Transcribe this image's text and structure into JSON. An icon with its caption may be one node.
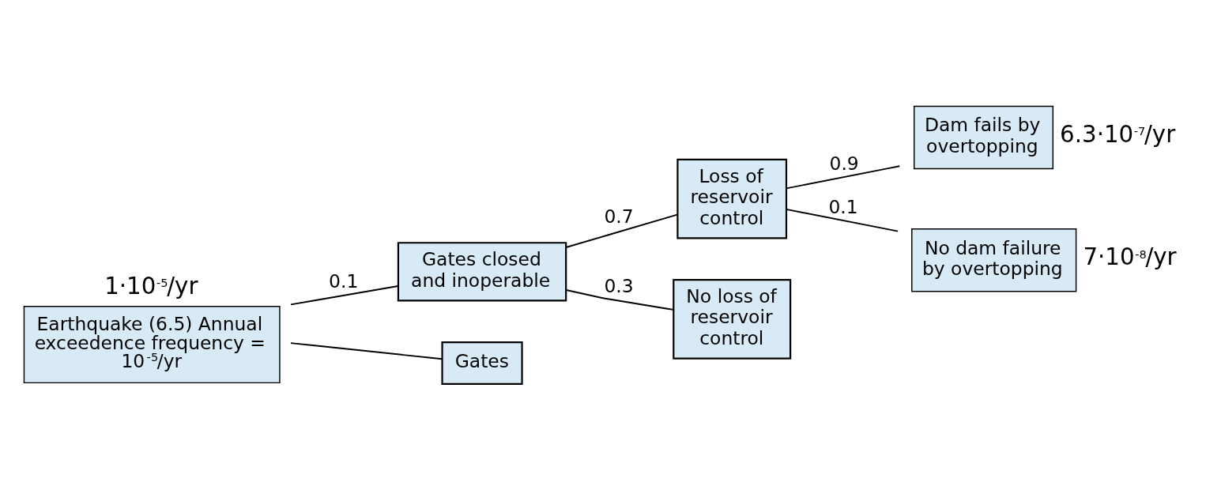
{
  "diagram": {
    "nodes": [
      {
        "text": [
          "Earthquake (6.5) Annual exceedence frequency = 10$^{-5}$/yr"
        ],
        "beside": [
          "1·10$^{-5}$/yr"
        ]
      },
      {
        "text": [
          "Gates closed and inoperable"
        ]
      },
      {
        "text": [
          "Loss of reservoir control"
        ]
      },
      {
        "text": [
          "No loss of reservoir control"
        ]
      },
      {
        "text": [
          "Dam fails by overtopping"
        ],
        "beside": [
          "6.3·10$^{-7}$/yr"
        ]
      },
      {
        "text": [
          "No dam failure by overtopping"
        ],
        "beside": [
          "7·10$^{-8}$/yr"
        ]
      },
      {
        "text": [
          "Gates"
        ]
      }
    ],
    "edges": [
      {
        "from": 0,
        "to": 1,
        "arrow": "none",
        "label": "0.1"
      },
      {
        "from": 0,
        "to": 6,
        "arrow": "none"
      },
      {
        "from": 1,
        "to": 2,
        "arrow": "none",
        "label": "0.7"
      },
      {
        "from": 1,
        "to": 3,
        "arrow": "none",
        "label": "0.3"
      },
      {
        "from": 2,
        "to": 4,
        "arrow": "none",
        "label": "0.9"
      },
      {
        "from": 2,
        "to": 5,
        "arrow": "none",
        "label": "0.1"
      }
    ]
  }
}
